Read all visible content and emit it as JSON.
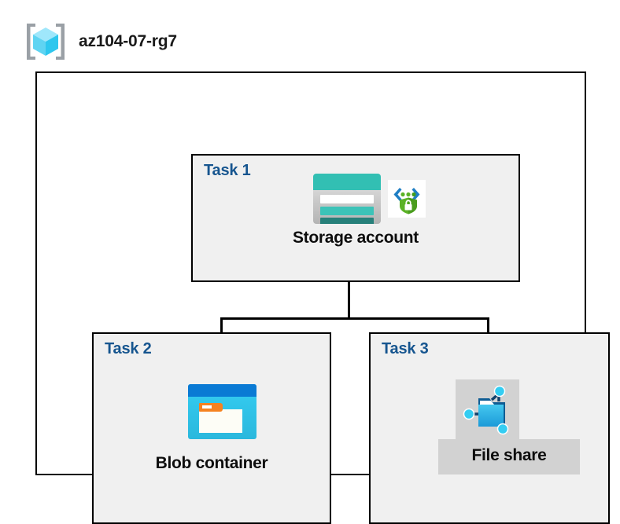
{
  "resource_group": {
    "name": "az104-07-rg7",
    "icon": "resource-group-icon"
  },
  "diagram": {
    "type": "azure-architecture-diagram",
    "container_label": "az104-07-rg7",
    "tasks": [
      {
        "id": "task1",
        "label": "Task 1",
        "node_label": "Storage account",
        "icons": [
          "storage-account-icon",
          "secure-endpoint-shield-icon"
        ],
        "selected": false
      },
      {
        "id": "task2",
        "label": "Task 2",
        "node_label": "Blob container",
        "icons": [
          "blob-container-icon"
        ],
        "selected": false
      },
      {
        "id": "task3",
        "label": "Task 3",
        "node_label": "File share",
        "icons": [
          "file-share-icon"
        ],
        "selected": true
      }
    ],
    "connections": [
      {
        "from": "Storage account",
        "to": "Blob container"
      },
      {
        "from": "Storage account",
        "to": "File share"
      }
    ]
  },
  "colors": {
    "task_label": "#16558f",
    "task_box_fill": "#f0f0f0",
    "border": "#000000",
    "storage_teal": "#32bfb3",
    "blob_blue": "#0a7ad4",
    "blob_cyan": "#35cdf2",
    "fileshare_blue": "#1ea2e0",
    "shield_green": "#5bb226",
    "bracket_blue": "#1f7ec4",
    "tab_orange": "#f58220",
    "selection_gray": "#d2d2d2",
    "cube_cyan": "#4fd8f7"
  }
}
